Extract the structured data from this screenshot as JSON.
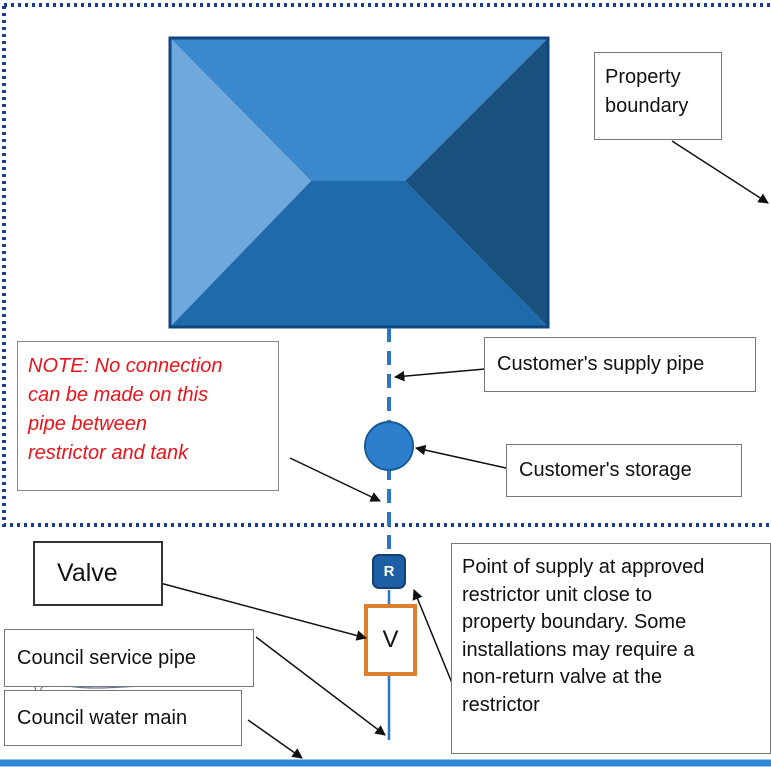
{
  "labels": {
    "property_boundary": "Property\nboundary",
    "supply_pipe": "Customer's supply pipe",
    "storage": "Customer's storage",
    "note": "NOTE: No connection\ncan be made on this\npipe between\nrestrictor and tank",
    "valve": "Valve",
    "service_pipe": "Council service pipe",
    "water_main": "Council water main",
    "point_of_supply": "Point of supply at approved\nrestrictor unit close to\nproperty boundary. Some\ninstallations may require a\nnon-return valve at the\nrestrictor",
    "restrictor_symbol": "R",
    "valve_symbol": "V"
  },
  "colors": {
    "boundary": "#1b3f8f",
    "tank_top": "#3c88cc",
    "tank_left": "#6fa8dc",
    "tank_right": "#19507e",
    "tank_bottom": "#1e6aab",
    "tank_border": "#10467d",
    "pipe": "#2a78c2",
    "storage": "#2b7fcd",
    "restrictor": "#1e5ea4",
    "valve_border": "#e07f2b",
    "main": "#2f86d6",
    "note_text": "#e8141c"
  }
}
